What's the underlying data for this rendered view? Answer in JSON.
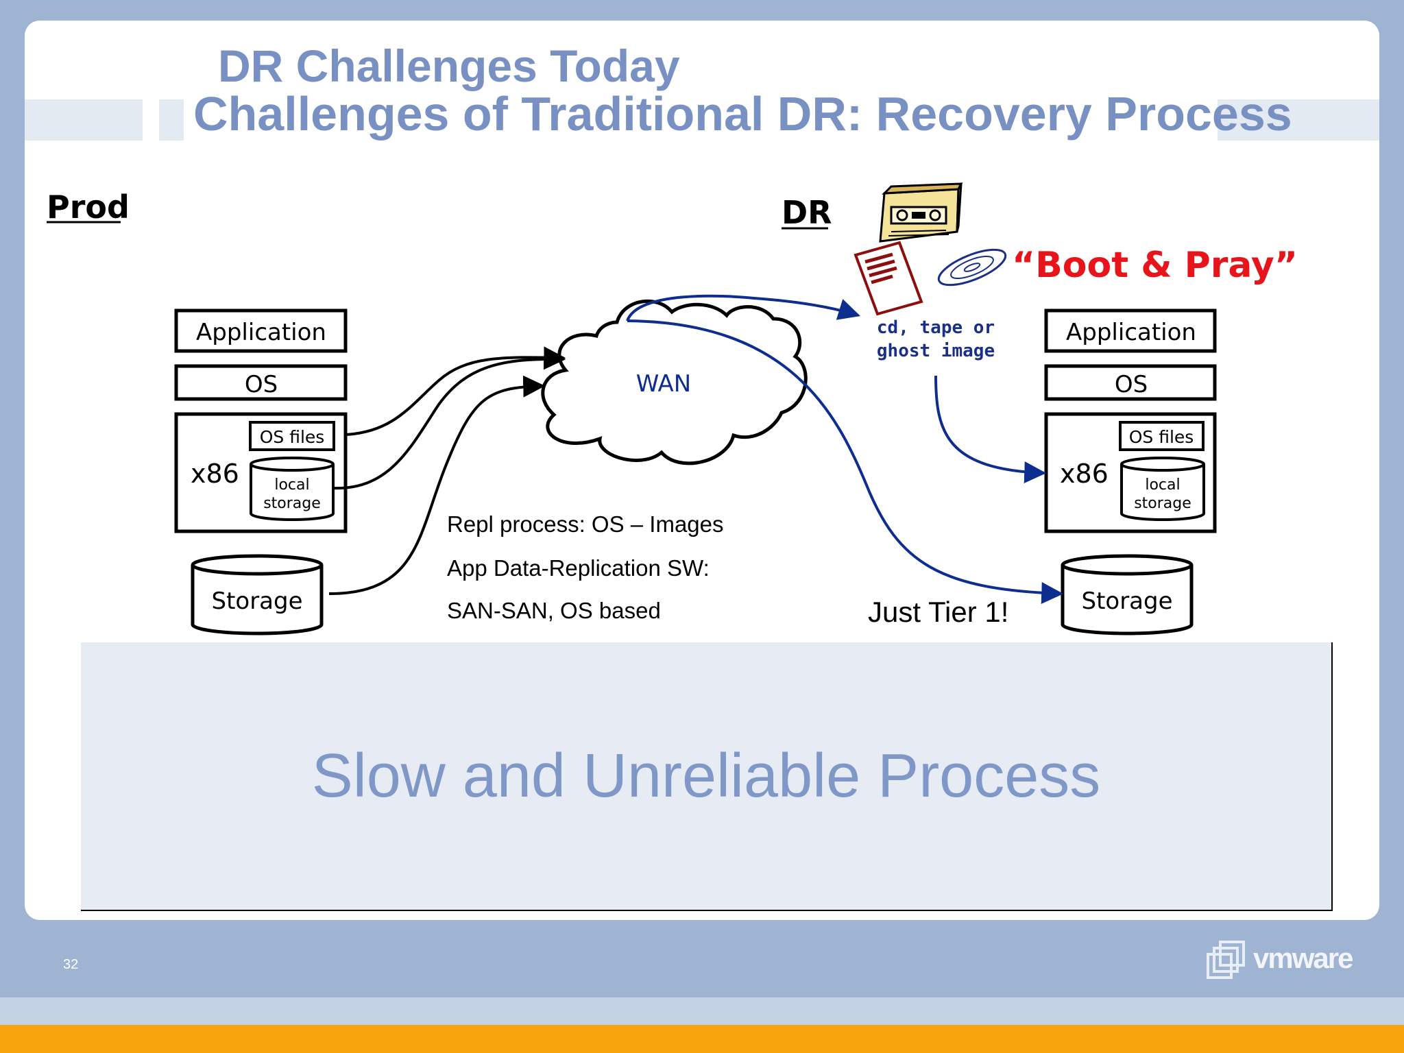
{
  "slide": {
    "title": "DR Challenges Today",
    "subtitle": "Challenges of Traditional DR: Recovery Process",
    "summary": "Slow and Unreliable Process",
    "page_number": "32",
    "logo": "vmware"
  },
  "prod": {
    "label": "Prod",
    "application": "Application",
    "os": "OS",
    "os_files": "OS files",
    "x86": "x86",
    "local_storage_1": "local",
    "local_storage_2": "storage",
    "storage": "Storage"
  },
  "dr": {
    "label": "DR",
    "boot_pray": "“Boot & Pray”",
    "media_line1": "cd, tape or",
    "media_line2": "ghost image",
    "application": "Application",
    "os": "OS",
    "os_files": "OS files",
    "x86": "x86",
    "local_storage_1": "local",
    "local_storage_2": "storage",
    "storage": "Storage"
  },
  "wan": {
    "label": "WAN"
  },
  "notes": {
    "repl_line1": "Repl process: OS – Images",
    "repl_line2": "App Data-Replication SW:",
    "repl_line3": "SAN-SAN, OS based",
    "just_tier": "Just Tier 1!"
  },
  "colors": {
    "title": "#7990c2",
    "arrow_blue": "#0d2d8f",
    "boot_pray_red": "#e8141c",
    "media_text": "#1a2f86",
    "background": "#9fb4d3",
    "accent_orange": "#f7a30c"
  },
  "icons": [
    "tape-cassette-icon",
    "document-icon",
    "cd-disc-icon",
    "vmware-logo-icon"
  ]
}
